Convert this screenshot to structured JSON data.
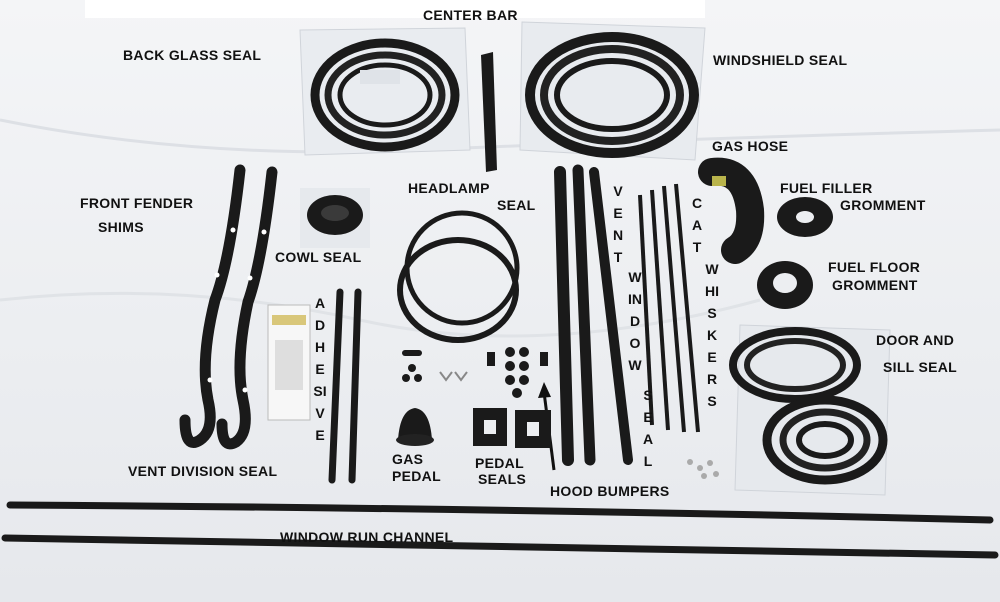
{
  "labels": {
    "center_bar": "CENTER BAR",
    "back_glass_seal": "BACK GLASS SEAL",
    "windshield_seal": "WINDSHIELD SEAL",
    "gas_hose": "GAS HOSE",
    "front_fender": "FRONT FENDER",
    "shims": "SHIMS",
    "headlamp": "HEADLAMP",
    "seal": "SEAL",
    "vent_v": "VENT",
    "window_v": "WINDOW",
    "seal_v": "SEAL",
    "cat_v": "CAT",
    "whiskers_v": "WHISKERS",
    "fuel_filler": "FUEL FILLER",
    "gromment_1": "GROMMENT",
    "fuel_floor": "FUEL FLOOR",
    "gromment_2": "GROMMENT",
    "cowl_seal": "COWL SEAL",
    "adhesive_v": "ADHESIVE",
    "door_and": "DOOR AND",
    "sill_seal": "SILL SEAL",
    "vent_division_seal": "VENT DIVISION SEAL",
    "gas": "GAS",
    "pedal": "PEDAL",
    "pedal_2": "PEDAL",
    "seals": "SEALS",
    "hood_bumpers": "HOOD BUMPERS",
    "window_run_channel": "WINDOW RUN CHANNEL"
  },
  "colors": {
    "background": "#eceef1",
    "rubber": "#1a1a1a",
    "label_text": "#111111"
  }
}
